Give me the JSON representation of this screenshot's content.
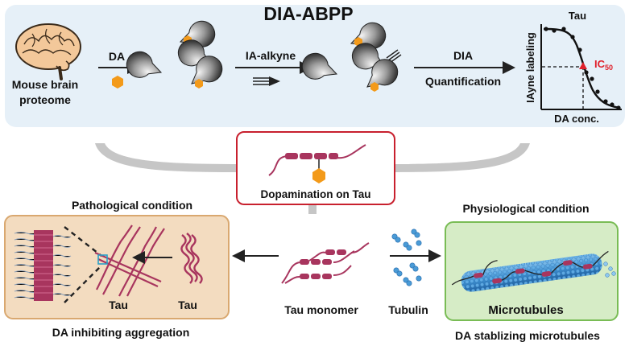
{
  "workflow": {
    "title": "DIA-ABPP",
    "source_line1": "Mouse brain",
    "source_line2": "proteome",
    "step1": "DA",
    "step2": "IA-alkyne",
    "step3_line1": "DIA",
    "step3_line2": "Quantification"
  },
  "curve": {
    "label": "Tau",
    "ylabel": "IAyne labeling",
    "xlabel": "DA conc.",
    "ic50_main": "IC",
    "ic50_sub": "50"
  },
  "center": {
    "label": "Dopamination on Tau"
  },
  "pathological": {
    "title": "Pathological condition",
    "label_fibril": "Tau",
    "label_aggregate": "Tau",
    "caption": "DA inhibiting aggregation"
  },
  "middle": {
    "monomer_label": "Tau monomer",
    "tubulin_label": "Tubulin"
  },
  "physiological": {
    "title": "Physiological condition",
    "label": "Microtubules",
    "caption": "DA stablizing microtubules"
  },
  "colors": {
    "panel_blue": "#e6f0f8",
    "tau": "#a8355e",
    "dopamine": "#f39a1a",
    "ic50": "#e0202a",
    "red_box": "#c8202e",
    "patho_fill": "#f3dcc0",
    "patho_border": "#d9a870",
    "physio_fill": "#d6ecc6",
    "physio_border": "#79bc55",
    "tubulin": "#4a9bd6"
  }
}
